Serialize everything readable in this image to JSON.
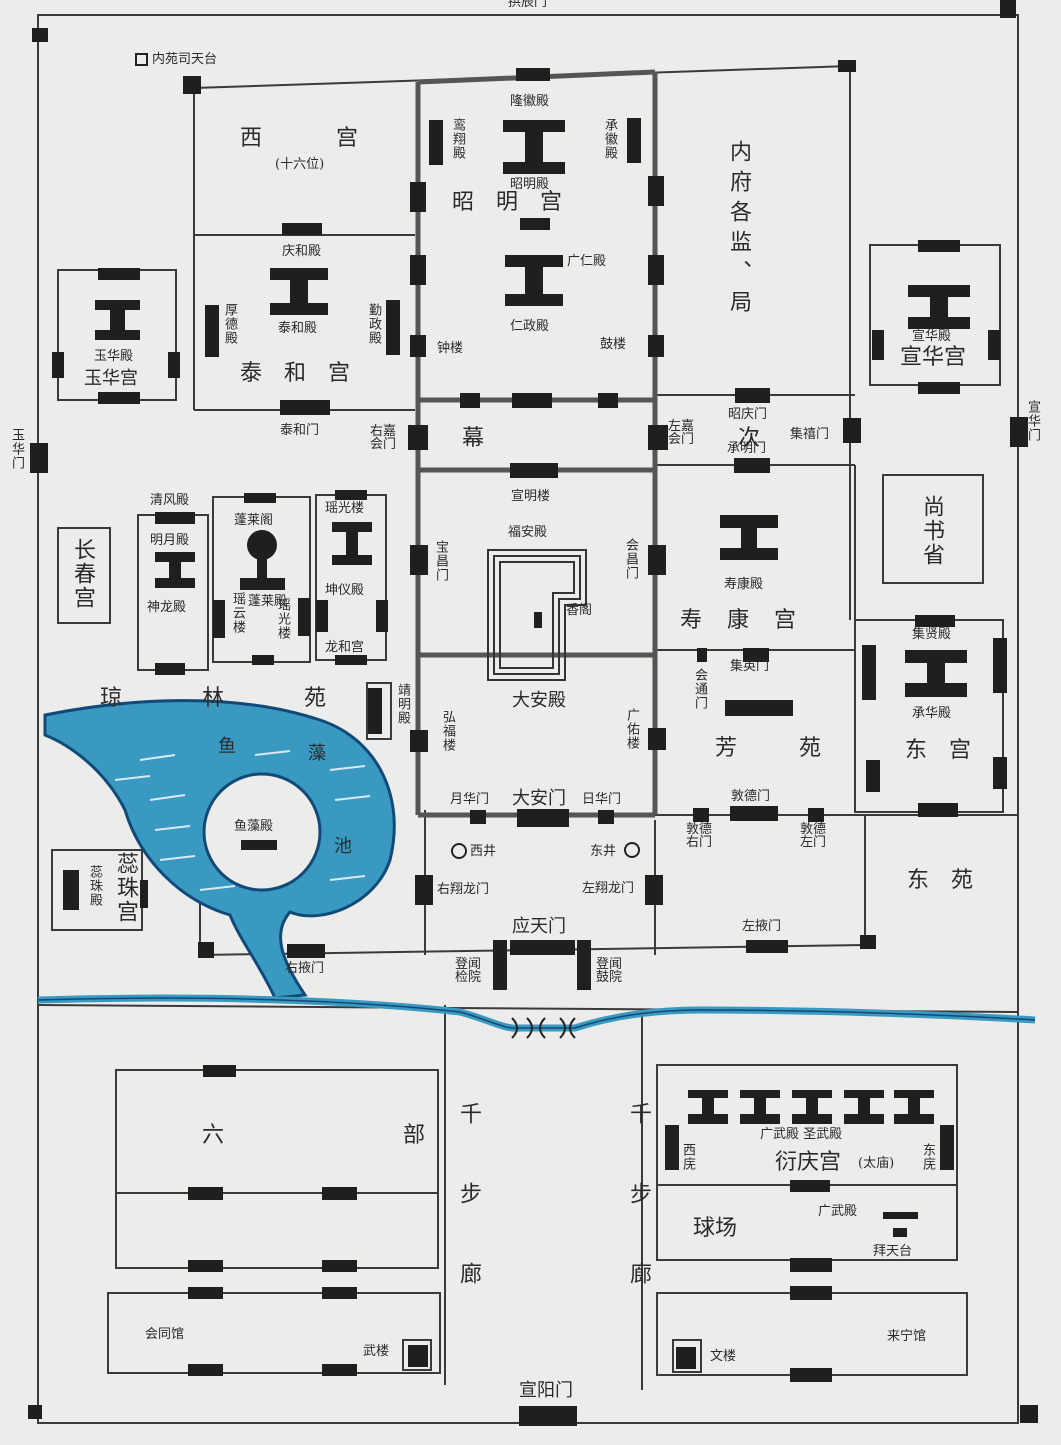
{
  "labels": {
    "north_gate_top": "拱辰门",
    "neiyuan_tiantai": "内苑司天台",
    "west_palace": "西　　宫",
    "west_palace_sub": "(十六位)",
    "longhui_dian": "隆徽殿",
    "luanxiang_dian": "鸾翔殿",
    "chenghui_dian": "承徽殿",
    "zhaoming_dian": "昭明殿",
    "zhaoming_gong": "昭明宫",
    "neifu": "内府各监、局",
    "qinghe_dian": "庆和殿",
    "taihe_dian": "泰和殿",
    "houde_dian": "厚德殿",
    "qinzheng_dian": "勤政殿",
    "taihe_gong": "泰和宫",
    "taihe_men": "泰和门",
    "guangren_dian": "广仁殿",
    "renzheng_dian": "仁政殿",
    "zhong_lou": "钟楼",
    "gu_lou": "鼓楼",
    "yuhua_dian": "玉华殿",
    "yuhua_gong": "玉华宫",
    "xuanhua_dian": "宣华殿",
    "xuanhua_gong": "宣华宫",
    "yuhua_men": "玉华门",
    "xuanhua_men": "宣华门",
    "youjia_men": "右嘉会门",
    "zuojia_men": "左嘉会门",
    "muci": "幕　　次",
    "zhaoqing_men": "昭庆门",
    "chengming_men": "承明门",
    "jixi_men": "集禧门",
    "xuanming_lou": "宣明楼",
    "shangshu_sheng": "尚书省",
    "qingfeng_dian": "清风殿",
    "mingyue_dian": "明月殿",
    "shenlong_dian": "神龙殿",
    "penglai_ge": "蓬莱阁",
    "penglai_dian": "蓬莱殿",
    "yaoyun_lou": "瑶云楼",
    "yaoguang_lou2": "瑶光楼",
    "yaoguang_lou": "瑶光楼",
    "kunyi_dian": "坤仪殿",
    "longhe_gong": "龙和宫",
    "changchun_gong": "长春宫",
    "fuan_dian": "福安殿",
    "xiang_ge": "香阁",
    "baochang_men": "宝昌门",
    "huichang_men": "会昌门",
    "shoukang_dian": "寿康殿",
    "shoukang_gong": "寿康宫",
    "jixian_dian": "集贤殿",
    "chenghua_dian": "承华殿",
    "dong_gong": "东　宫",
    "qionglin_yuan": "琼　　林　　苑",
    "jingming_dian": "靖明殿",
    "honfu_lou": "弘福楼",
    "daan_dian": "大安殿",
    "guangyou_lou": "广佑楼",
    "huitong_men": "会通门",
    "jiying_men": "集英门",
    "fang_yuan": "芳　苑",
    "yu": "鱼",
    "zao": "藻",
    "chi": "池",
    "yuzao_dian": "鱼藻殿",
    "yuehua_men": "月华门",
    "daan_men": "大安门",
    "rihua_men": "日华门",
    "dunde_men": "敦德门",
    "dunde_you": "敦德右门",
    "dunde_zuo": "敦德左门",
    "xi_jing": "西井",
    "dong_jing": "东井",
    "ruizhu_dian": "蕊珠殿",
    "ruizhu_gong": "蕊珠宫",
    "youxiang_men": "右翔龙门",
    "zuoxiang_men": "左翔龙门",
    "dong_yuan": "东　苑",
    "yingtian_men": "应天门",
    "zuoye_men": "左掖门",
    "youye_men": "右掖门",
    "dengwen_jian": "登闻检院",
    "dengwen_gu": "登闻鼓院",
    "liu_bu": "六　　部",
    "qianbu_w": "千步廊",
    "qianbu_e": "千步廊",
    "wu_dian_row": "广武殿 圣武殿",
    "xi_wu": "西庑",
    "dong_wu": "东庑",
    "yanqing_gong": "衍庆宫",
    "tai_miao": "(太庙)",
    "qiu_chang": "球场",
    "guangwu_dian": "广武殿",
    "baitian_tai": "拜天台",
    "huitong_guan": "会同馆",
    "wu_lou": "武楼",
    "wen_lou": "文楼",
    "laining_guan": "来宁馆",
    "xuanyang_men": "宣阳门"
  },
  "colors": {
    "paper": "#ececea",
    "ink": "#2a2a2a",
    "hall": "#1f1f1f",
    "water": "#3a99c0",
    "water_edge": "#114a78"
  },
  "icons": {
    "well": "circle-outline",
    "observatory": "square-outline",
    "hall": "i-beam"
  }
}
